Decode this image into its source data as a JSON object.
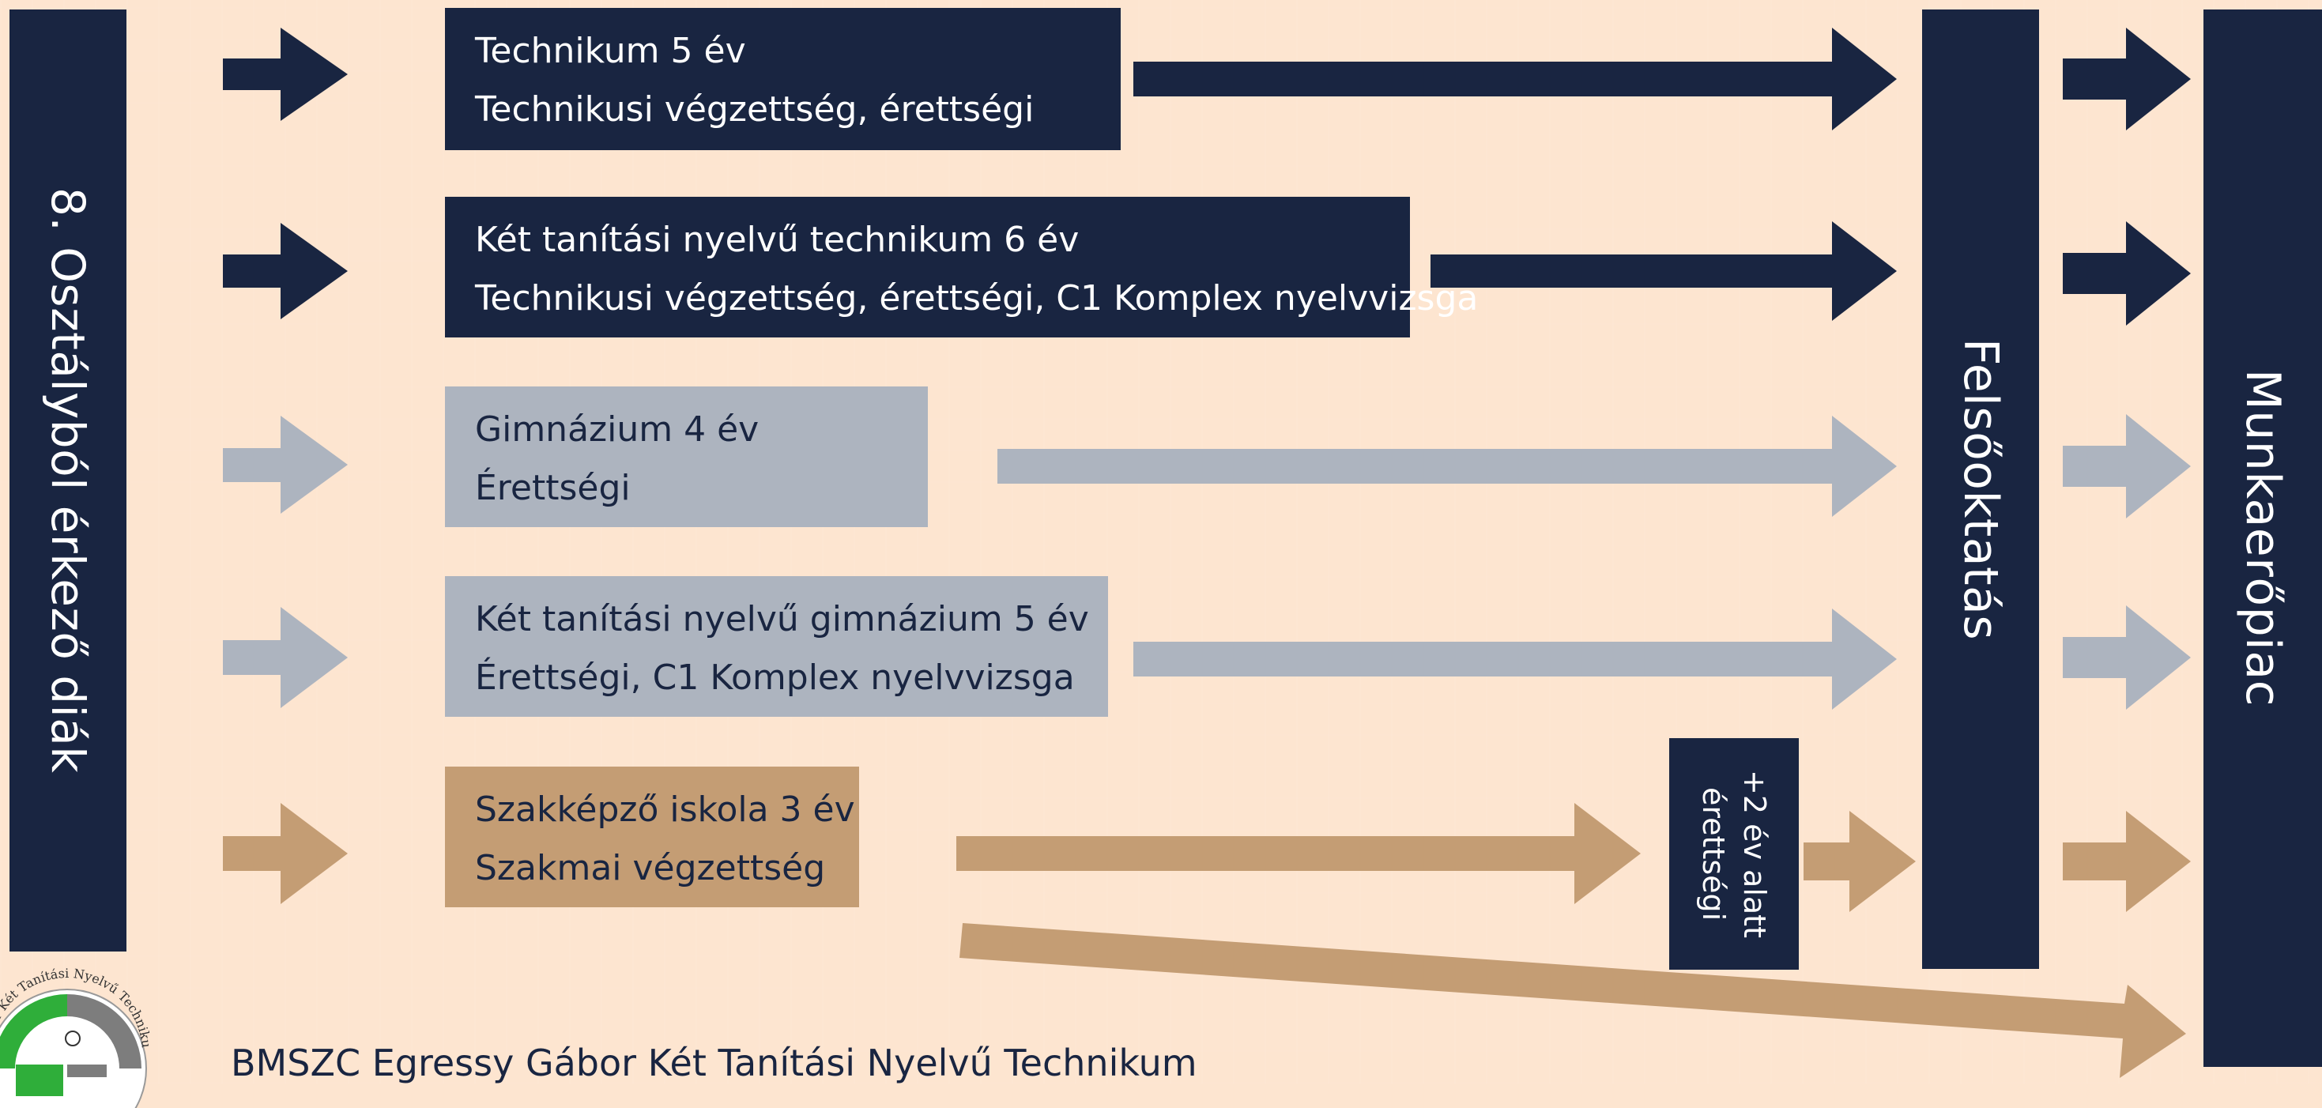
{
  "left_bar": {
    "label": "8. Osztályból érkező diák"
  },
  "higher_ed": {
    "label": "Felsőoktatás"
  },
  "labour_market": {
    "label": "Munkaerőpiac"
  },
  "programs": [
    {
      "title": "Technikum 5 év",
      "outcome": "Technikusi végzettség, érettségi",
      "style": "dark"
    },
    {
      "title": "Két tanítási nyelvű technikum 6 év",
      "outcome": "Technikusi végzettség, érettségi, C1 Komplex nyelvvizsga",
      "style": "dark"
    },
    {
      "title": "Gimnázium 4 év",
      "outcome": "Érettségi",
      "style": "grey"
    },
    {
      "title": "Két tanítási nyelvű gimnázium 5 év",
      "outcome": "Érettségi, C1 Komplex nyelvvizsga",
      "style": "grey"
    },
    {
      "title": "Szakképző iskola 3 év",
      "outcome": "Szakmai végzettség",
      "style": "tan"
    }
  ],
  "extra_step": {
    "line1": "+2 év alatt",
    "line2": "érettségi"
  },
  "footer": {
    "school_name": "BMSZC Egressy Gábor Két Tanítási Nyelvű Technikum"
  },
  "logo": {
    "ring_text": "Gábor Két Tanítási Nyelvű Technikum"
  },
  "colors": {
    "navy": "#192541",
    "grey": "#adb4bf",
    "tan": "#c49d74",
    "background": "#fde5d0"
  }
}
